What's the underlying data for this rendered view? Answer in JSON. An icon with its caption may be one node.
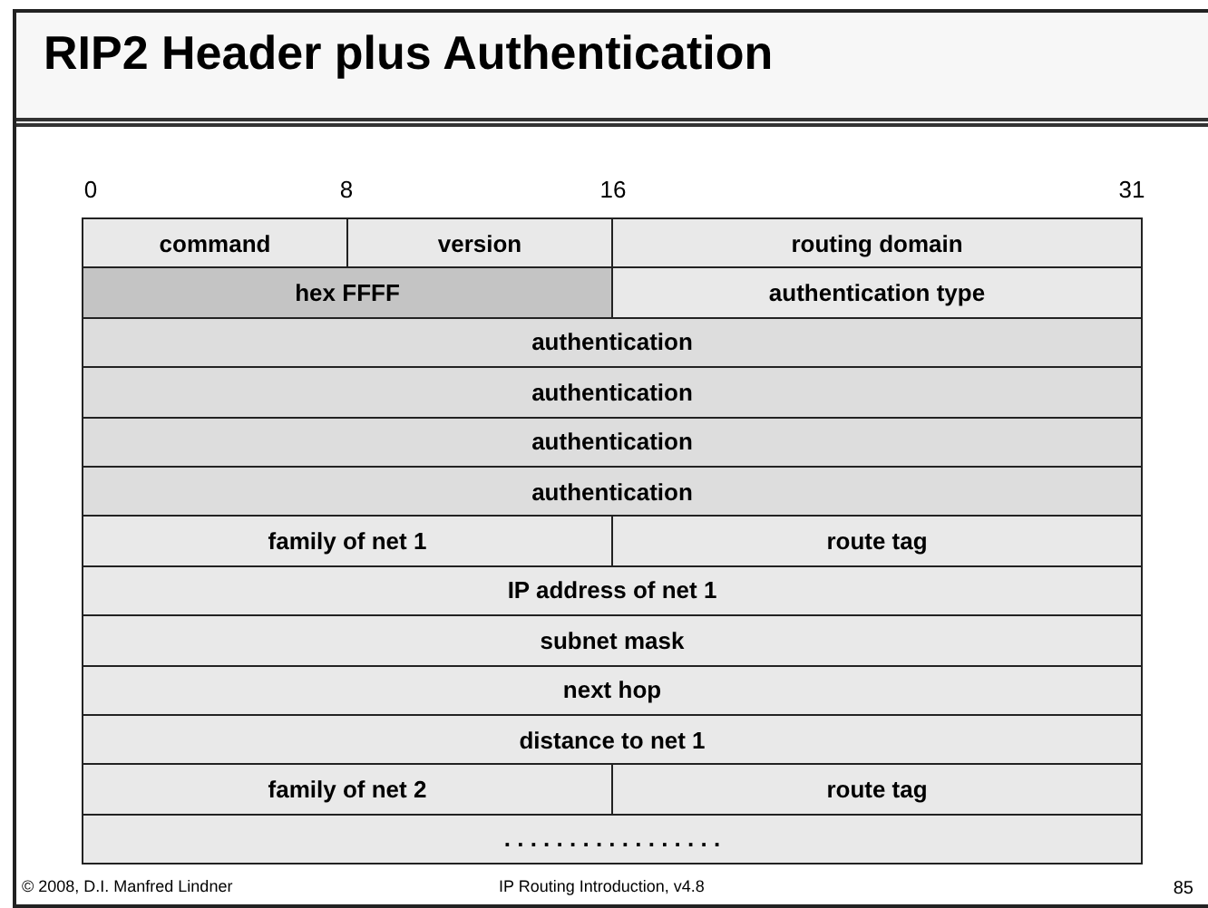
{
  "diagram": {
    "title": "RIP2 Header plus Authentication",
    "nodes": [
      {
        "text": [
          "command"
        ]
      },
      {
        "text": [
          "version"
        ]
      },
      {
        "text": [
          "routing domain"
        ]
      },
      {
        "text": [
          "hex FFFF"
        ]
      },
      {
        "text": [
          "authentication type"
        ]
      },
      {
        "text": [
          "authentication"
        ]
      },
      {
        "text": [
          "authentication"
        ]
      },
      {
        "text": [
          "authentication"
        ]
      },
      {
        "text": [
          "authentication"
        ]
      },
      {
        "text": [
          "family of net 1"
        ]
      },
      {
        "text": [
          "route tag"
        ]
      },
      {
        "text": [
          "IP address of net 1"
        ]
      },
      {
        "text": [
          "subnet mask"
        ]
      },
      {
        "text": [
          "next hop"
        ]
      },
      {
        "text": [
          "distance to net 1"
        ]
      },
      {
        "text": [
          "family of net 2"
        ]
      },
      {
        "text": [
          "route tag"
        ]
      },
      {
        "text": [
          ". . . . . . . . . . . . . . . . ."
        ]
      }
    ],
    "labels": [
      "0",
      "8",
      "16",
      "31",
      "© 2008, D.I. Manfred Lindner",
      "IP Routing Introduction, v4.8",
      "85"
    ]
  }
}
